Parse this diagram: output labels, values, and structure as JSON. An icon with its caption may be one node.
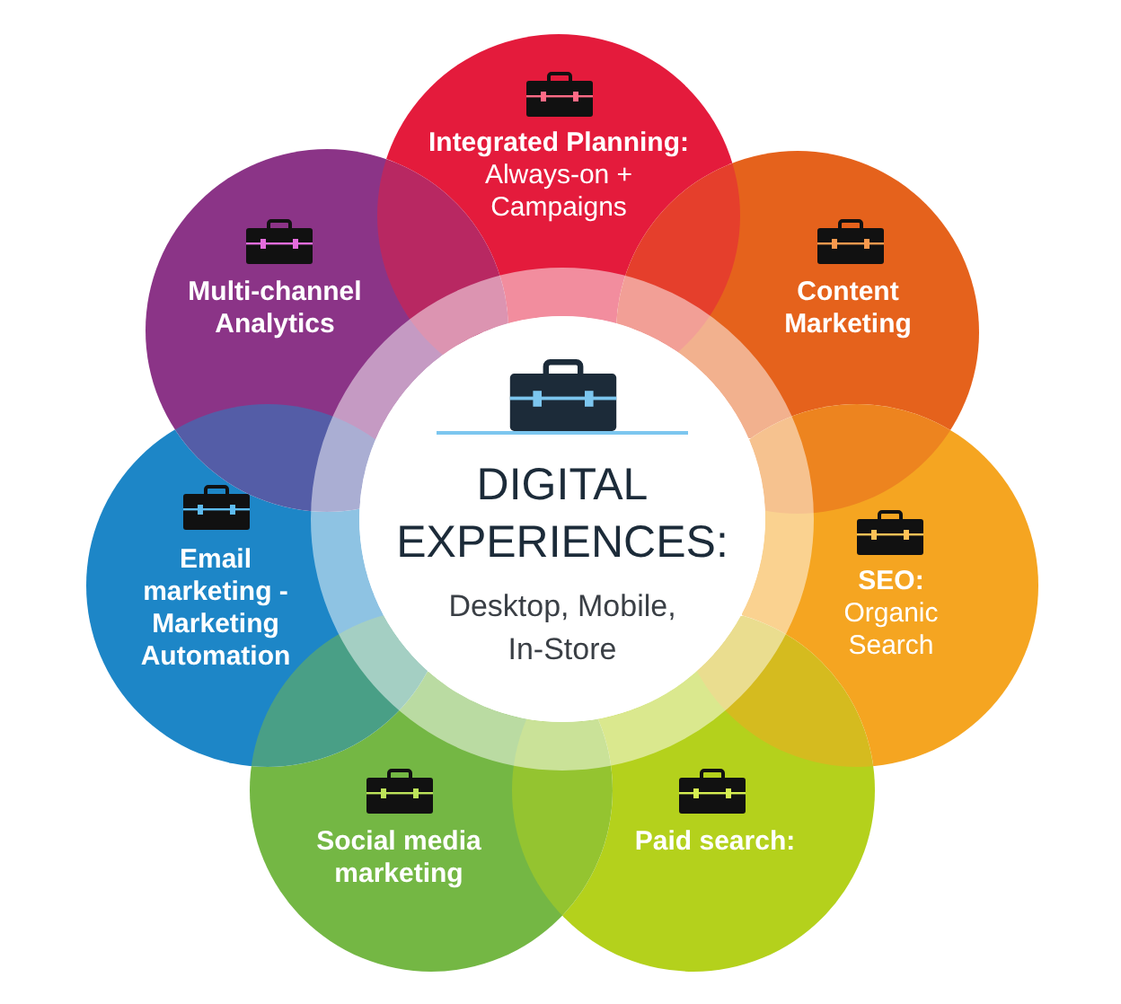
{
  "diagram": {
    "nodes": [
      {
        "text": [
          "Integrated Planning:",
          "Always-on + Campaigns"
        ]
      },
      {
        "text": [
          "Content Marketing"
        ]
      },
      {
        "text": [
          "SEO:",
          "Organic Search"
        ]
      },
      {
        "text": [
          "Paid search:"
        ]
      },
      {
        "text": [
          "Social media marketing"
        ]
      },
      {
        "text": [
          "Email marketing - Marketing Automation"
        ]
      },
      {
        "text": [
          "Multi-channel Analytics"
        ]
      },
      {
        "text": [
          "DIGITAL EXPERIENCES:",
          "Desktop, Mobile, In-Store"
        ]
      }
    ]
  }
}
